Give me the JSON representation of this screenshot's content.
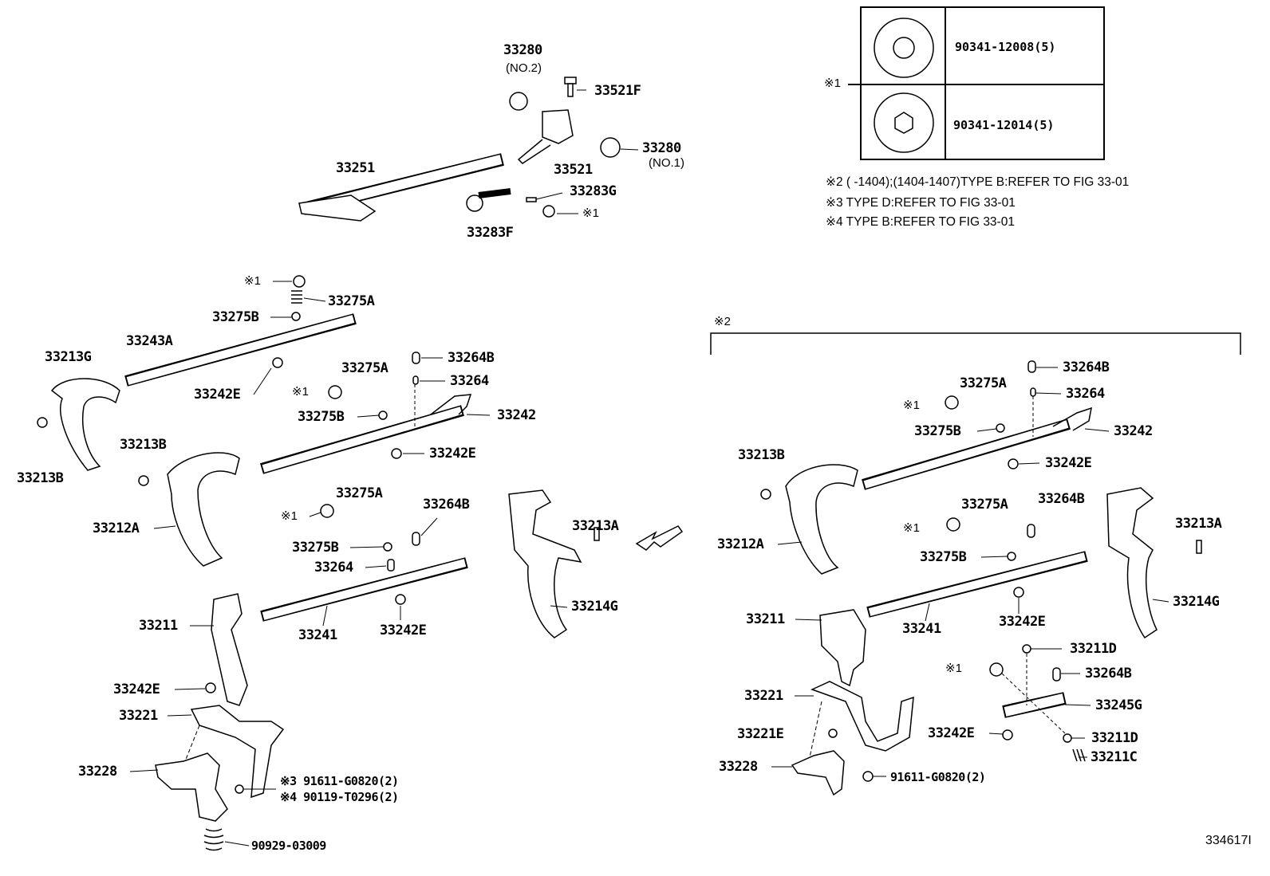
{
  "legend_table": {
    "marker": "※1",
    "rows": [
      {
        "part": "90341-12008(5)",
        "head_icon": "torx-head-icon"
      },
      {
        "part": "90341-12014(5)",
        "head_icon": "hex-head-icon"
      }
    ]
  },
  "notes": [
    "※2 (       -1404);(1404-1407)TYPE B:REFER TO FIG 33-01",
    "※3 TYPE D:REFER TO FIG 33-01",
    "※4 TYPE B:REFER TO FIG 33-01"
  ],
  "top_assembly": [
    "33280",
    "(NO.2)",
    "33521F",
    "33280",
    "(NO.1)",
    "33251",
    "33521",
    "33283G",
    "※1",
    "33283F"
  ],
  "left_assembly": [
    "※1",
    "33275A",
    "33275B",
    "33243A",
    "33213G",
    "33264B",
    "33275A",
    "33242E",
    "33264",
    "※1",
    "33275B",
    "33242",
    "33213B",
    "33242E",
    "33213B",
    "33275A",
    "33264B",
    "※1",
    "33212A",
    "33213A",
    "33275B",
    "33264",
    "33214G",
    "33211",
    "33241",
    "33242E",
    "33242E",
    "33221",
    "33228",
    "※3 91611-G0820(2)",
    "※4 90119-T0296(2)",
    "90929-03009"
  ],
  "right_assembly": [
    "※2",
    "33264B",
    "33275A",
    "33264",
    "※1",
    "33275B",
    "33242",
    "33213B",
    "33242E",
    "33275A",
    "33264B",
    "33213A",
    "※1",
    "33212A",
    "33275B",
    "33214G",
    "33211",
    "33241",
    "33242E",
    "33211D",
    "※1",
    "33264B",
    "33221",
    "33245G",
    "33242E",
    "33221E",
    "33211D",
    "33228",
    "33211C",
    "91611-G0820(2)"
  ],
  "figure_id": "334617I"
}
